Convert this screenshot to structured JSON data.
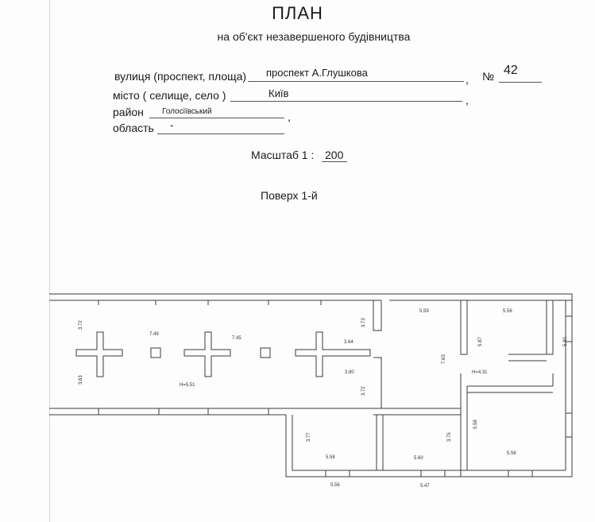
{
  "header": {
    "title": "ПЛАН",
    "subtitle": "на об'єкт незавершеного будівництва"
  },
  "address": {
    "street_label": "вулиця (проспект, площа)",
    "street_value": "проспект  А.Глушкова",
    "number_label": "№",
    "number_value": "42",
    "city_label": "місто ( селище, село )",
    "city_value": "Київ",
    "district_label": "район",
    "district_value": "Голосіївський",
    "region_label": "область",
    "region_value": "-",
    "comma": ","
  },
  "scale": {
    "label": "Масштаб  1 :",
    "value": "200"
  },
  "floor": {
    "label": "Поверх 1-й"
  },
  "plan_dimensions": {
    "d_372": "3.72",
    "d_749": "7.49",
    "d_745": "7.45",
    "d_373": "3.73",
    "d_364": "3.64",
    "d_380": "3.80",
    "d_372b": "3.72",
    "d_363": "3.63",
    "h551": "H=5,51",
    "d_559": "5.59",
    "d_763": "7.63",
    "d_556a": "5.56",
    "d_587": "5.87",
    "h431": "H=4.31",
    "d_580": "5.80",
    "d_558v": "5.58",
    "d_377": "3.77",
    "d_558": "5.58",
    "d_375": "3.75",
    "d_560": "5.60",
    "d_556b": "5.56",
    "d_556c": "5.56",
    "d_547": "5.47"
  }
}
